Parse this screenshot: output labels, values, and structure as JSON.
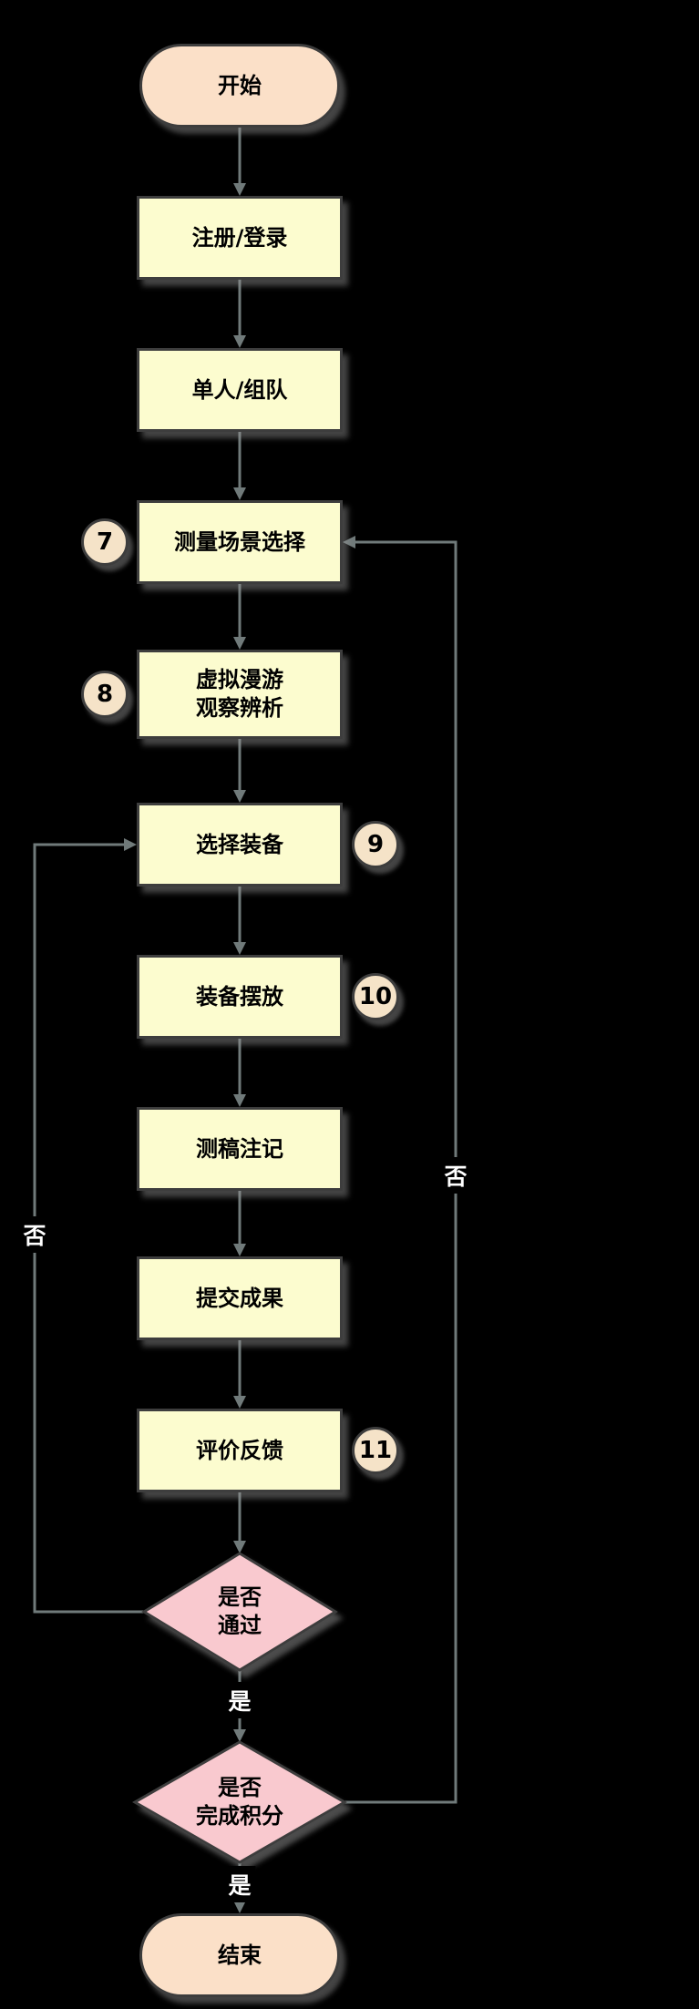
{
  "diagram": {
    "colors": {
      "background": "#000000",
      "process_fill": "#FCFCCF",
      "terminal_fill": "#FBE0C8",
      "decision_fill": "#F9C9CF",
      "badge_fill": "#F5E3C8",
      "border": "#3D3D3D",
      "arrow": "#707A7A",
      "node_text": "#000000",
      "edge_label_text": "#FFFFFF"
    },
    "nodes": {
      "start": {
        "label": "开始"
      },
      "register": {
        "label": "注册/登录"
      },
      "mode": {
        "label": "单人/组队"
      },
      "scene": {
        "label": "测量场景选择",
        "badge": "7"
      },
      "roam": {
        "line1": "虚拟漫游",
        "line2": "观察辨析",
        "badge": "8"
      },
      "equip_select": {
        "label": "选择装备",
        "badge": "9"
      },
      "equip_place": {
        "label": "装备摆放",
        "badge": "10"
      },
      "annotate": {
        "label": "测稿注记"
      },
      "submit": {
        "label": "提交成果"
      },
      "feedback": {
        "label": "评价反馈",
        "badge": "11"
      },
      "pass_check": {
        "line1": "是否",
        "line2": "通过"
      },
      "points_check": {
        "line1": "是否",
        "line2": "完成积分"
      },
      "end": {
        "label": "结束"
      }
    },
    "edge_labels": {
      "pass_yes": "是",
      "pass_no": "否",
      "points_yes": "是",
      "points_no": "否"
    }
  }
}
